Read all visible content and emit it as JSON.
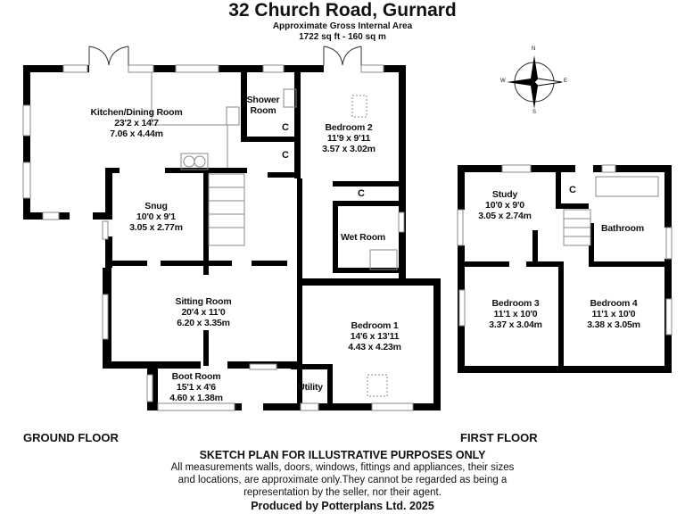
{
  "header": {
    "title": "32 Church Road, Gurnard",
    "subtitle": "Approximate Gross Internal Area",
    "area": "1722 sq ft - 160 sq m"
  },
  "rooms": {
    "kitchen": {
      "name": "Kitchen/Dining Room",
      "imperial": "23'2 x 14'7",
      "metric": "7.06 x 4.44m"
    },
    "shower": {
      "name1": "Shower",
      "name2": "Room"
    },
    "bedroom2": {
      "name": "Bedroom 2",
      "imperial": "11'9 x 9'11",
      "metric": "3.57 x 3.02m"
    },
    "snug": {
      "name": "Snug",
      "imperial": "10'0 x 9'1",
      "metric": "3.05 x 2.77m"
    },
    "wetroom": {
      "name": "Wet Room"
    },
    "sitting": {
      "name": "Sitting Room",
      "imperial": "20'4 x 11'0",
      "metric": "6.20 x 3.35m"
    },
    "bedroom1": {
      "name": "Bedroom 1",
      "imperial": "14'6 x 13'11",
      "metric": "4.43 x 4.23m"
    },
    "boot": {
      "name": "Boot Room",
      "imperial": "15'1 x 4'6",
      "metric": "4.60 x 1.38m"
    },
    "utility": {
      "name": "Utility"
    },
    "study": {
      "name": "Study",
      "imperial": "10'0 x 9'0",
      "metric": "3.05 x 2.74m"
    },
    "bathroom": {
      "name": "Bathroom"
    },
    "bedroom3": {
      "name": "Bedroom 3",
      "imperial": "11'1 x 10'0",
      "metric": "3.37 x 3.04m"
    },
    "bedroom4": {
      "name": "Bedroom 4",
      "imperial": "11'1 x 10'0",
      "metric": "3.38 x 3.05m"
    },
    "cupboard": "C"
  },
  "floors": {
    "ground": "GROUND FLOOR",
    "first": "FIRST FLOOR"
  },
  "footer": {
    "heading": "SKETCH PLAN FOR ILLUSTRATIVE PURPOSES ONLY",
    "line1": "All measurements walls, doors, windows, fittings and appliances, their sizes",
    "line2": "and locations, are approximate only.They cannot be regarded as being a",
    "line3": "representation by the seller, nor their agent.",
    "credit": "Produced by Potterplans Ltd. 2025"
  },
  "compass": {
    "n": "N",
    "s": "S",
    "e": "E",
    "w": "W"
  }
}
